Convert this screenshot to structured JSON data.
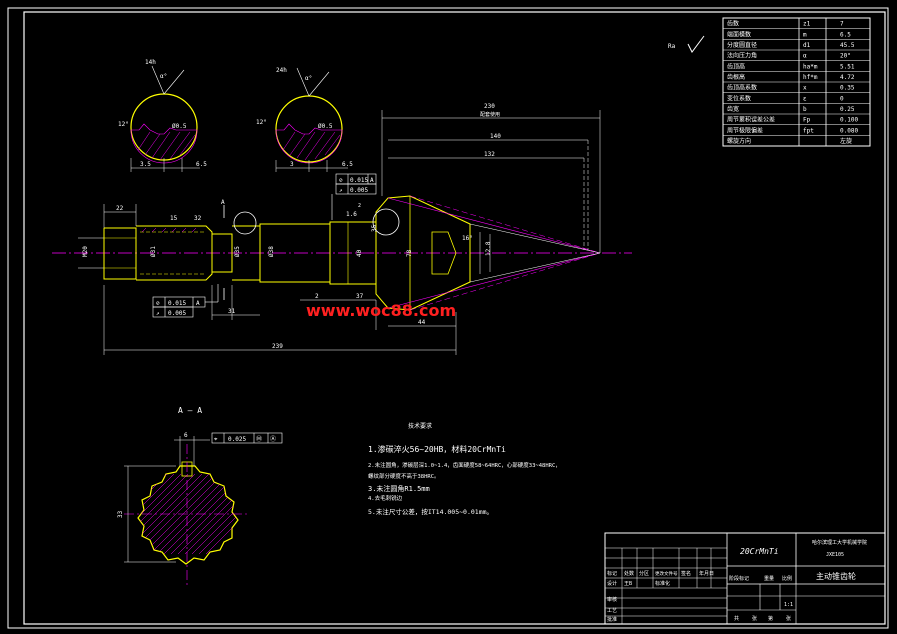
{
  "colors": {
    "background": "#000000",
    "outline": "#ffffff",
    "part": "#ffff00",
    "dimension": "#ffffff",
    "center": "#ff00ff",
    "watermark": "#ff2020",
    "hatch": "#ff00ff"
  },
  "param_table": [
    [
      "齿数",
      "z1",
      "7"
    ],
    [
      "端面模数",
      "m",
      "6.5"
    ],
    [
      "分度圆直径",
      "d1",
      "45.5"
    ],
    [
      "法向压力角",
      "α",
      "20°"
    ],
    [
      "齿顶高",
      "ha*m",
      "5.51"
    ],
    [
      "齿根高",
      "hf*m",
      "4.72"
    ],
    [
      "齿顶高系数",
      "x",
      "0.35"
    ],
    [
      "变位系数",
      "ε",
      "0"
    ],
    [
      "齿宽",
      "b",
      "0.25"
    ],
    [
      "周节累积误差公差",
      "Fp",
      "0.100"
    ],
    [
      "周节极限偏差",
      "fpt",
      "0.080"
    ],
    [
      "螺旋方向",
      "",
      "左旋"
    ]
  ],
  "surface_mark": "Ra",
  "splines": [
    {
      "label": "14h",
      "angle": "α°",
      "dim_a": "3.5",
      "dim_b": "6.5",
      "dia": "Ø0.5",
      "tilt": "12°"
    },
    {
      "label": "24h",
      "angle": "α°",
      "dim_a": "3",
      "dim_b": "6.5",
      "dia": "Ø0.5",
      "tilt": "12°"
    }
  ],
  "dims": {
    "overall_top": "230",
    "overall_top_note": "配套使用",
    "d140": "140",
    "d132": "132",
    "d22": "22",
    "d15": "15",
    "d32": "32",
    "d31": "31",
    "d2": "2",
    "d37": "37",
    "d44": "44",
    "d239": "239",
    "dia_thread": "M20",
    "dia_shaft1": "Ø31",
    "dia_shaft2": "Ø35",
    "dia_shaft3": "Ø38",
    "d40": "40",
    "d35": "35",
    "d78": "78",
    "cone_angle": "16°",
    "cone_small": "12.8",
    "note_a": "A",
    "tilt_15": "1.6",
    "tilt_2": "2"
  },
  "tolerance_frames": [
    [
      "⊘",
      "0.015",
      "A"
    ],
    [
      "↗",
      "0.005"
    ],
    [
      "⊘",
      "0.015",
      "A"
    ],
    [
      "↗",
      "0.005"
    ]
  ],
  "section": {
    "title": "A — A",
    "width": "6",
    "height": "33",
    "frame": [
      "⌖",
      "0.025",
      "Ⓜ",
      "Ⓐ"
    ]
  },
  "notes": {
    "title": "技术要求",
    "items": [
      "1.渗碳淬火56~20HB，材料20CrMnTi",
      "2.未注圆角，渗碳层深1.0~1.4，齿面硬度58~64HRC，心部硬度33~48HRC，",
      "   螺纹部分硬度不高于38HRC。",
      "3.未注圆角R1.5mm",
      "4.去毛刺锐边",
      "5.未注尺寸公差，按IT14.005~0.01mm。"
    ]
  },
  "watermark": "www.woc88.com",
  "title_block": {
    "material": "20CrMnTi",
    "school": "哈尔滨理工大学机械学院",
    "class": "JXE105",
    "part_name": "主动锥齿轮",
    "scale": "1:1",
    "hdr_row": [
      "标记",
      "处数",
      "分区",
      "更改文件号",
      "签名",
      "年月日"
    ],
    "design_row": [
      "设计",
      "王B"
    ],
    "std": "标准化",
    "stage_row": [
      "阶段标记",
      "重量",
      "比例"
    ],
    "check": "审核",
    "craft": "工艺",
    "approve": "批准",
    "sheet_row": [
      "共",
      "张",
      "第",
      "张"
    ]
  }
}
